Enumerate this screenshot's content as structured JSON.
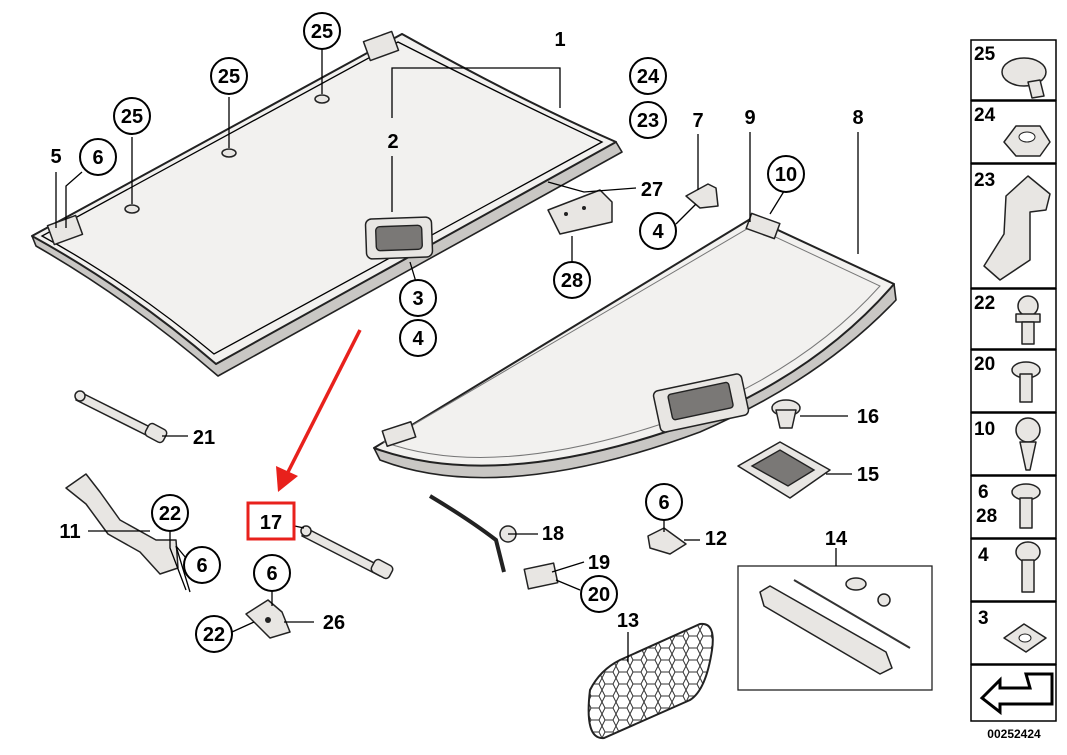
{
  "diagram": {
    "plain_labels": {
      "p1": "1",
      "p2": "2",
      "p5": "5",
      "p7": "7",
      "p9": "9",
      "p8": "8",
      "p27": "27",
      "p21": "21",
      "p11": "11",
      "p26": "26",
      "p18": "18",
      "p19": "19",
      "p12": "12",
      "p13": "13",
      "p14": "14",
      "p16": "16",
      "p15": "15"
    },
    "circle_labels": {
      "c25a": "25",
      "c25b": "25",
      "c25c": "25",
      "c24": "24",
      "c23": "23",
      "c6a": "6",
      "c10": "10",
      "c4a": "4",
      "c28": "28",
      "c3": "3",
      "c4b": "4",
      "c22a": "22",
      "c6b": "6",
      "c6c": "6",
      "c22b": "22",
      "c6d": "6",
      "c20": "20"
    },
    "highlight": {
      "label": "17",
      "color": "#e8211c"
    },
    "legend": [
      "25",
      "24",
      "23",
      "22",
      "20",
      "10",
      "6",
      "28",
      "4",
      "3"
    ],
    "doc_number": "00252424"
  }
}
